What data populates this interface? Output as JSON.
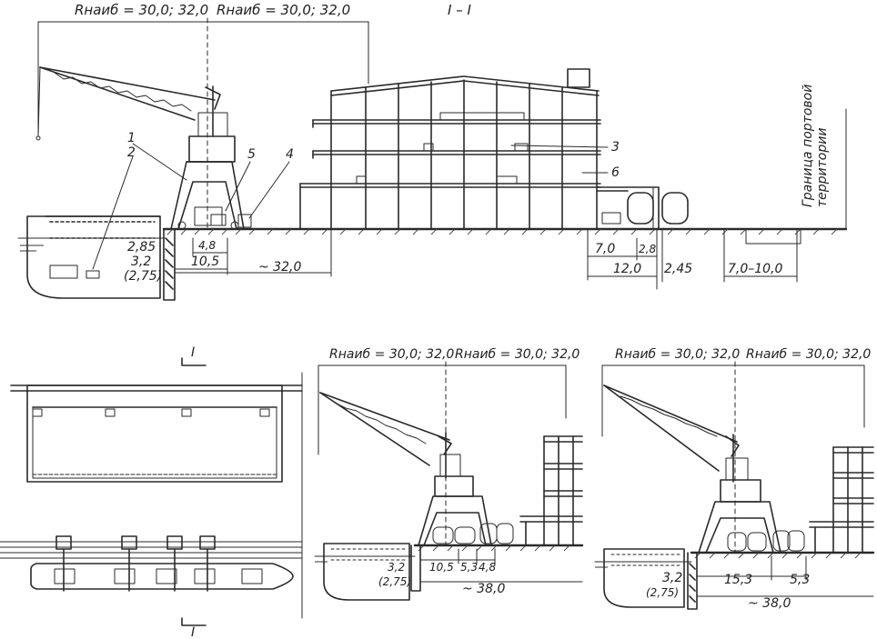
{
  "section_title": "I – I",
  "boundary_label_line1": "Граница портовой",
  "boundary_label_line2": "территории",
  "section_mark": "I",
  "radius": {
    "top_left": "Rнаиб = 30,0; 32,0",
    "top_right": "Rнаиб = 30,0; 32,0",
    "mid_left": "Rнаиб = 30,0; 32,0",
    "mid_right": "Rнаиб = 30,0; 32,0",
    "br_left": "Rнаиб = 30,0; 32,0",
    "br_right": "Rнаиб = 30,0; 32,0"
  },
  "callouts": [
    "1",
    "2",
    "3",
    "4",
    "5",
    "6"
  ],
  "dims_top": {
    "d285": "2,85",
    "d48": "4,8",
    "d32": "3,2",
    "d275": "(2,75)",
    "d105": "10,5",
    "d320": "~ 32,0",
    "d70": "7,0",
    "d28": "2,8",
    "d120": "12,0",
    "d245": "2,45",
    "d7010": "7,0–10,0"
  },
  "dims_mid": {
    "d32": "3,2",
    "d275": "(2,75)",
    "d105": "10,5",
    "d53": "5,3",
    "d48": "4,8",
    "d380": "~ 38,0"
  },
  "dims_right": {
    "d32": "3,2",
    "d275": "(2,75)",
    "d153": "15,3",
    "d53": "5,3",
    "d380": "~ 38,0"
  },
  "colors": {
    "ink": "#2a2a2a",
    "paper": "#ffffff"
  }
}
